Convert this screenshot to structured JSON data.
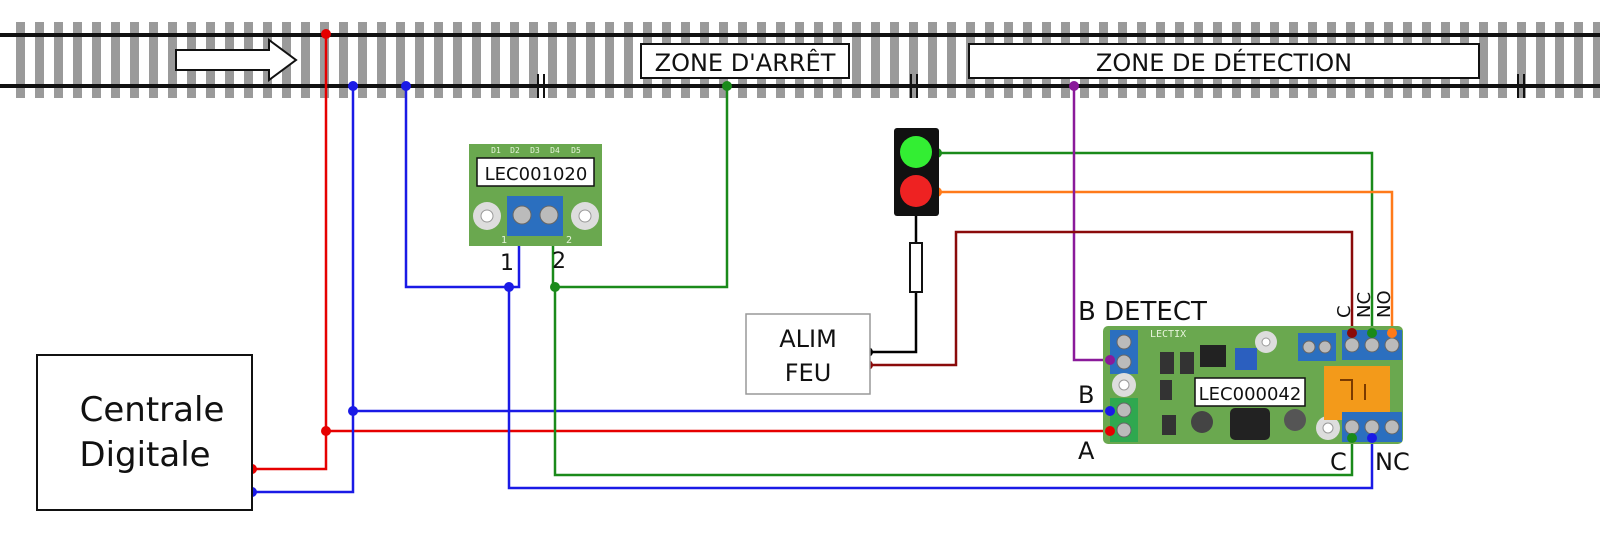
{
  "labels": {
    "zone_stop": "ZONE D'ARRÊT",
    "zone_detect": "ZONE DE DÉTECTION",
    "central_line1": "Centrale",
    "central_line2": "Digitale",
    "alim_line1": "ALIM",
    "alim_line2": "FEU",
    "module_small": "LEC001020",
    "module_big": "LEC000042",
    "pin_1": "1",
    "pin_2": "2",
    "detect": "B DETECT",
    "b": "B",
    "a": "A",
    "c": "C",
    "nc": "NC",
    "relay_c": "C",
    "relay_nc": "NC",
    "relay_no": "NO",
    "d1": "D1",
    "d2": "D2",
    "d3": "D3",
    "d4": "D4",
    "d5": "D5",
    "brand": "LECTIX"
  },
  "colors": {
    "red": "#e60000",
    "blue": "#1a1ae6",
    "green": "#1a8a1a",
    "orange": "#ff7a1a",
    "darkred": "#8a0a0a",
    "purple": "#8a1a9a",
    "black": "#000000",
    "pcb": "#6aa84f",
    "terminal": "#2b6fbf"
  }
}
